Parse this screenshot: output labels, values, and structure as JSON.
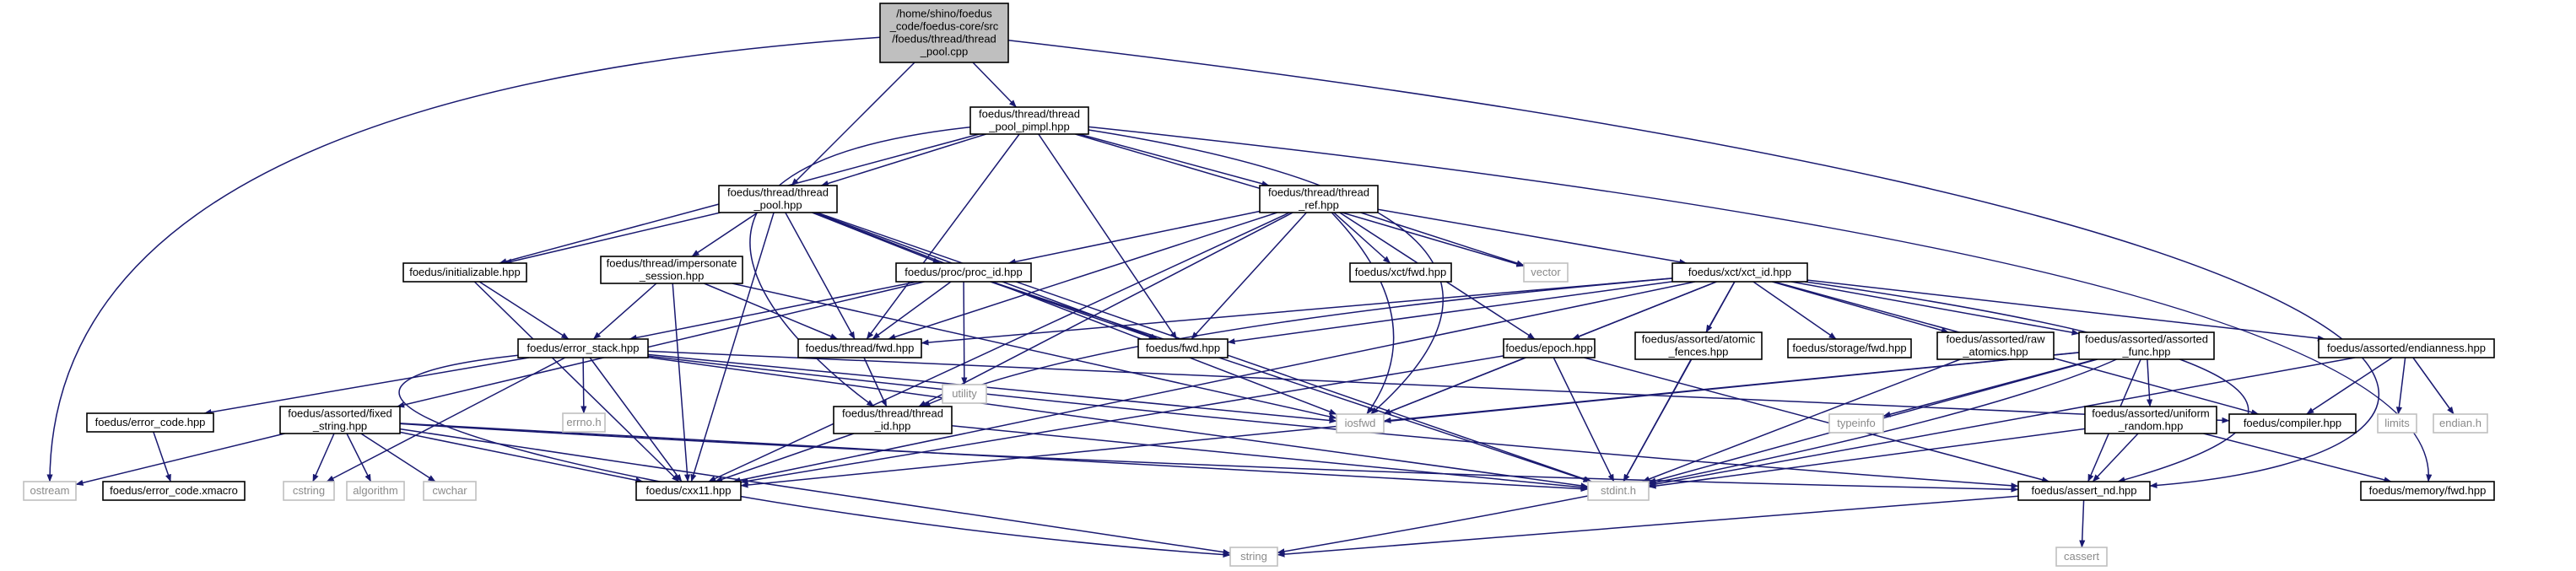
{
  "diagram": {
    "edge_color": "#191970",
    "root_fill": "#bfbfbf",
    "system_header_border": "#bfbfbf",
    "nodes": [
      {
        "id": "root",
        "kind": "root",
        "lines": [
          "/home/shino/foedus",
          "_code/foedus-core/src",
          "/foedus/thread/thread",
          "_pool.cpp"
        ]
      },
      {
        "id": "pool_pimpl",
        "kind": "header",
        "lines": [
          "foedus/thread/thread",
          "_pool_pimpl.hpp"
        ]
      },
      {
        "id": "pool_hpp",
        "kind": "header",
        "lines": [
          "foedus/thread/thread",
          "_pool.hpp"
        ]
      },
      {
        "id": "ref_hpp",
        "kind": "header",
        "lines": [
          "foedus/thread/thread",
          "_ref.hpp"
        ]
      },
      {
        "id": "initializable",
        "kind": "header",
        "lines": [
          "foedus/initializable.hpp"
        ]
      },
      {
        "id": "impersonate",
        "kind": "header",
        "lines": [
          "foedus/thread/impersonate",
          "_session.hpp"
        ]
      },
      {
        "id": "proc_id",
        "kind": "header",
        "lines": [
          "foedus/proc/proc_id.hpp"
        ]
      },
      {
        "id": "xct_fwd",
        "kind": "header",
        "lines": [
          "foedus/xct/fwd.hpp"
        ]
      },
      {
        "id": "vector",
        "kind": "system",
        "lines": [
          "vector"
        ]
      },
      {
        "id": "xct_id",
        "kind": "header",
        "lines": [
          "foedus/xct/xct_id.hpp"
        ]
      },
      {
        "id": "error_stack",
        "kind": "header",
        "lines": [
          "foedus/error_stack.hpp"
        ]
      },
      {
        "id": "thread_fwd",
        "kind": "header",
        "lines": [
          "foedus/thread/fwd.hpp"
        ]
      },
      {
        "id": "utility",
        "kind": "system",
        "lines": [
          "utility"
        ]
      },
      {
        "id": "fwd_hpp",
        "kind": "header",
        "lines": [
          "foedus/fwd.hpp"
        ]
      },
      {
        "id": "epoch",
        "kind": "header",
        "lines": [
          "foedus/epoch.hpp"
        ]
      },
      {
        "id": "atomic_fences",
        "kind": "header",
        "lines": [
          "foedus/assorted/atomic",
          "_fences.hpp"
        ]
      },
      {
        "id": "storage_fwd",
        "kind": "header",
        "lines": [
          "foedus/storage/fwd.hpp"
        ]
      },
      {
        "id": "raw_atomics",
        "kind": "header",
        "lines": [
          "foedus/assorted/raw",
          "_atomics.hpp"
        ]
      },
      {
        "id": "assorted_func",
        "kind": "header",
        "lines": [
          "foedus/assorted/assorted",
          "_func.hpp"
        ]
      },
      {
        "id": "endianness",
        "kind": "header",
        "lines": [
          "foedus/assorted/endianness.hpp"
        ]
      },
      {
        "id": "error_code",
        "kind": "header",
        "lines": [
          "foedus/error_code.hpp"
        ]
      },
      {
        "id": "fixed_string",
        "kind": "header",
        "lines": [
          "foedus/assorted/fixed",
          "_string.hpp"
        ]
      },
      {
        "id": "errno",
        "kind": "system",
        "lines": [
          "errno.h"
        ]
      },
      {
        "id": "thread_id",
        "kind": "header",
        "lines": [
          "foedus/thread/thread",
          "_id.hpp"
        ]
      },
      {
        "id": "iosfwd",
        "kind": "system",
        "lines": [
          "iosfwd"
        ]
      },
      {
        "id": "typeinfo",
        "kind": "system",
        "lines": [
          "typeinfo"
        ]
      },
      {
        "id": "uniform_random",
        "kind": "header",
        "lines": [
          "foedus/assorted/uniform",
          "_random.hpp"
        ]
      },
      {
        "id": "compiler",
        "kind": "header",
        "lines": [
          "foedus/compiler.hpp"
        ]
      },
      {
        "id": "limits",
        "kind": "system",
        "lines": [
          "limits"
        ]
      },
      {
        "id": "endian_h",
        "kind": "system",
        "lines": [
          "endian.h"
        ]
      },
      {
        "id": "ostream",
        "kind": "system",
        "lines": [
          "ostream"
        ]
      },
      {
        "id": "error_code_xmacro",
        "kind": "header",
        "lines": [
          "foedus/error_code.xmacro"
        ]
      },
      {
        "id": "cstring",
        "kind": "system",
        "lines": [
          "cstring"
        ]
      },
      {
        "id": "algorithm",
        "kind": "system",
        "lines": [
          "algorithm"
        ]
      },
      {
        "id": "cwchar",
        "kind": "system",
        "lines": [
          "cwchar"
        ]
      },
      {
        "id": "cxx11",
        "kind": "header",
        "lines": [
          "foedus/cxx11.hpp"
        ]
      },
      {
        "id": "stdint",
        "kind": "system",
        "lines": [
          "stdint.h"
        ]
      },
      {
        "id": "assert_nd",
        "kind": "header",
        "lines": [
          "foedus/assert_nd.hpp"
        ]
      },
      {
        "id": "memory_fwd",
        "kind": "header",
        "lines": [
          "foedus/memory/fwd.hpp"
        ]
      },
      {
        "id": "string",
        "kind": "system",
        "lines": [
          "string"
        ]
      },
      {
        "id": "cassert",
        "kind": "system",
        "lines": [
          "cassert"
        ]
      }
    ],
    "edges": [
      [
        "root",
        "pool_pimpl"
      ],
      [
        "root",
        "pool_hpp"
      ],
      [
        "root",
        "ostream"
      ],
      [
        "root",
        "assert_nd"
      ],
      [
        "pool_pimpl",
        "pool_hpp"
      ],
      [
        "pool_pimpl",
        "ref_hpp"
      ],
      [
        "pool_pimpl",
        "initializable"
      ],
      [
        "pool_pimpl",
        "thread_fwd"
      ],
      [
        "pool_pimpl",
        "fwd_hpp"
      ],
      [
        "pool_pimpl",
        "vector"
      ],
      [
        "pool_pimpl",
        "memory_fwd"
      ],
      [
        "pool_pimpl",
        "thread_id"
      ],
      [
        "pool_pimpl",
        "iosfwd"
      ],
      [
        "pool_hpp",
        "initializable"
      ],
      [
        "pool_hpp",
        "impersonate"
      ],
      [
        "pool_hpp",
        "proc_id"
      ],
      [
        "pool_hpp",
        "thread_fwd"
      ],
      [
        "pool_hpp",
        "fwd_hpp"
      ],
      [
        "pool_hpp",
        "iosfwd"
      ],
      [
        "pool_hpp",
        "cxx11"
      ],
      [
        "pool_hpp",
        "stdint"
      ],
      [
        "ref_hpp",
        "proc_id"
      ],
      [
        "ref_hpp",
        "xct_fwd"
      ],
      [
        "ref_hpp",
        "vector"
      ],
      [
        "ref_hpp",
        "xct_id"
      ],
      [
        "ref_hpp",
        "thread_fwd"
      ],
      [
        "ref_hpp",
        "fwd_hpp"
      ],
      [
        "ref_hpp",
        "epoch"
      ],
      [
        "ref_hpp",
        "thread_id"
      ],
      [
        "ref_hpp",
        "cxx11"
      ],
      [
        "ref_hpp",
        "iosfwd"
      ],
      [
        "initializable",
        "error_stack"
      ],
      [
        "initializable",
        "cxx11"
      ],
      [
        "impersonate",
        "error_stack"
      ],
      [
        "impersonate",
        "thread_fwd"
      ],
      [
        "impersonate",
        "cxx11"
      ],
      [
        "impersonate",
        "iosfwd"
      ],
      [
        "proc_id",
        "thread_fwd"
      ],
      [
        "proc_id",
        "fixed_string"
      ],
      [
        "proc_id",
        "fwd_hpp"
      ],
      [
        "proc_id",
        "utility"
      ],
      [
        "proc_id",
        "stdint"
      ],
      [
        "proc_id",
        "error_stack"
      ],
      [
        "xct_id",
        "thread_fwd"
      ],
      [
        "xct_id",
        "fwd_hpp"
      ],
      [
        "xct_id",
        "epoch"
      ],
      [
        "xct_id",
        "atomic_fences"
      ],
      [
        "xct_id",
        "storage_fwd"
      ],
      [
        "xct_id",
        "raw_atomics"
      ],
      [
        "xct_id",
        "assorted_func"
      ],
      [
        "xct_id",
        "endianness"
      ],
      [
        "xct_id",
        "compiler"
      ],
      [
        "xct_id",
        "iosfwd"
      ],
      [
        "xct_id",
        "cxx11"
      ],
      [
        "xct_id",
        "stdint"
      ],
      [
        "xct_id",
        "assert_nd"
      ],
      [
        "xct_id",
        "thread_id"
      ],
      [
        "error_stack",
        "error_code"
      ],
      [
        "error_stack",
        "errno"
      ],
      [
        "error_stack",
        "cxx11"
      ],
      [
        "error_stack",
        "iosfwd"
      ],
      [
        "error_stack",
        "compiler"
      ],
      [
        "error_stack",
        "stdint"
      ],
      [
        "error_stack",
        "cstring"
      ],
      [
        "error_stack",
        "string"
      ],
      [
        "error_stack",
        "assert_nd"
      ],
      [
        "thread_fwd",
        "thread_id"
      ],
      [
        "thread_id",
        "cxx11"
      ],
      [
        "thread_id",
        "stdint"
      ],
      [
        "epoch",
        "iosfwd"
      ],
      [
        "epoch",
        "stdint"
      ],
      [
        "epoch",
        "cxx11"
      ],
      [
        "epoch",
        "assert_nd"
      ],
      [
        "atomic_fences",
        "stdint"
      ],
      [
        "raw_atomics",
        "stdint"
      ],
      [
        "assorted_func",
        "uniform_random"
      ],
      [
        "assorted_func",
        "typeinfo"
      ],
      [
        "assorted_func",
        "iosfwd"
      ],
      [
        "assorted_func",
        "stdint"
      ],
      [
        "assorted_func",
        "assert_nd"
      ],
      [
        "assorted_func",
        "cxx11"
      ],
      [
        "assorted_func",
        "string"
      ],
      [
        "endianness",
        "compiler"
      ],
      [
        "endianness",
        "limits"
      ],
      [
        "endianness",
        "endian_h"
      ],
      [
        "endianness",
        "stdint"
      ],
      [
        "error_code",
        "error_code_xmacro"
      ],
      [
        "fixed_string",
        "ostream"
      ],
      [
        "fixed_string",
        "cstring"
      ],
      [
        "fixed_string",
        "algorithm"
      ],
      [
        "fixed_string",
        "cwchar"
      ],
      [
        "fixed_string",
        "cxx11"
      ],
      [
        "fixed_string",
        "stdint"
      ],
      [
        "fixed_string",
        "string"
      ],
      [
        "fixed_string",
        "assert_nd"
      ],
      [
        "uniform_random",
        "stdint"
      ],
      [
        "uniform_random",
        "memory_fwd"
      ],
      [
        "uniform_random",
        "assert_nd"
      ],
      [
        "assert_nd",
        "cassert"
      ],
      [
        "assert_nd",
        "string"
      ]
    ]
  }
}
